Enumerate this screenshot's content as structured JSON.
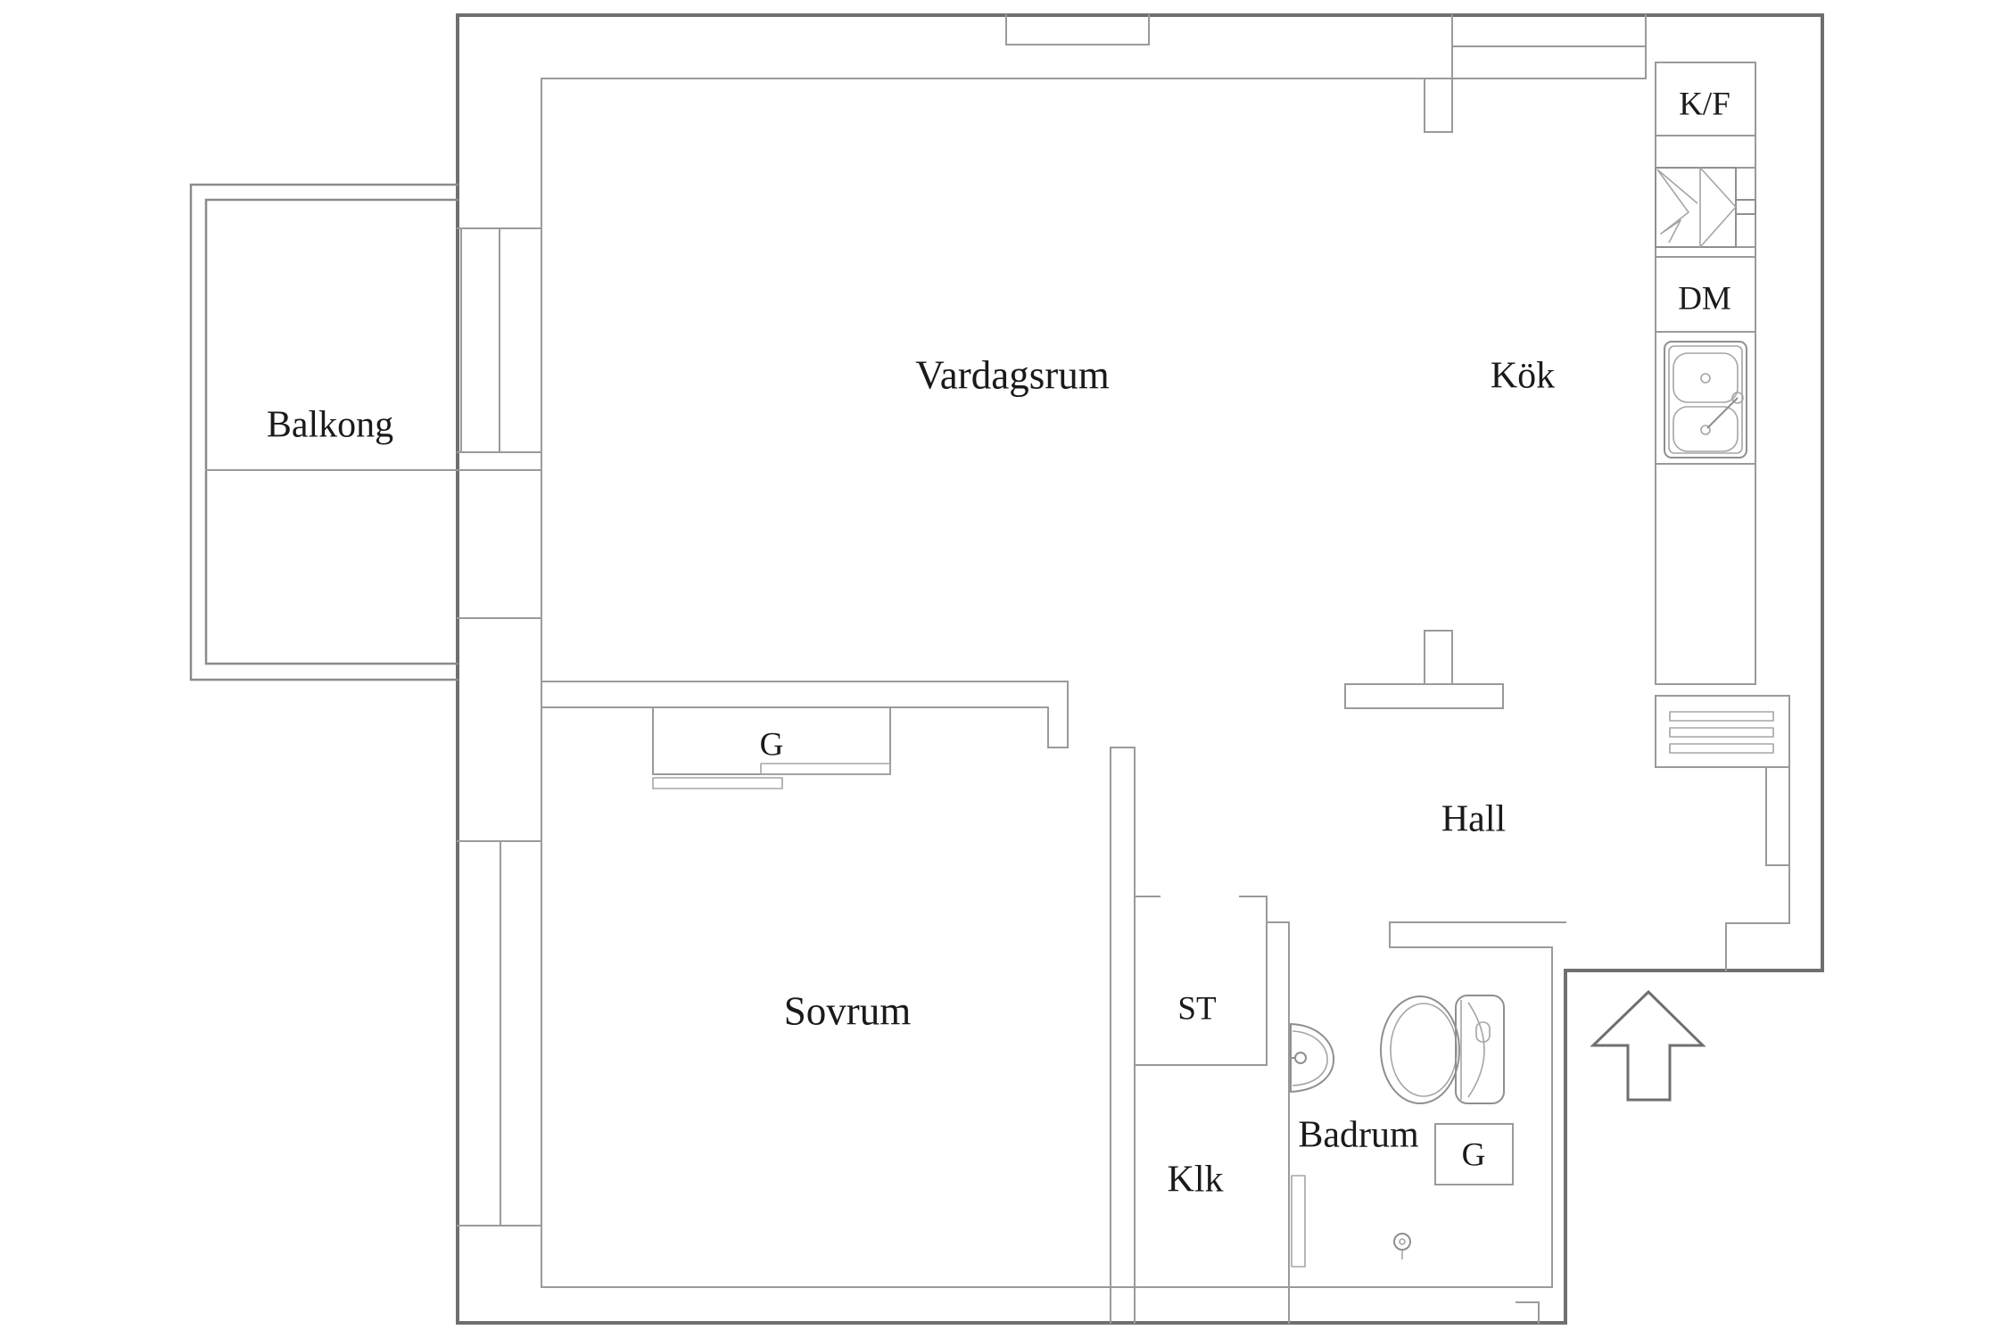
{
  "document": {
    "type": "apartment-floor-plan",
    "background": "#ffffff"
  },
  "colors": {
    "outer_wall": "#6f6f6f",
    "inner_wall": "#9a9a9a",
    "balcony_wall": "#8b8b8b",
    "fixture_line": "#8f8f8f",
    "text": "#1a1a1a"
  },
  "labels": {
    "balkong": "Balkong",
    "vardagsrum": "Vardagsrum",
    "kok": "Kök",
    "kf": "K/F",
    "dm": "DM",
    "hall": "Hall",
    "sovrum": "Sovrum",
    "g_sovrum": "G",
    "st": "ST",
    "klk": "Klk",
    "badrum": "Badrum",
    "g_badrum": "G"
  },
  "icons": [
    "stove-icon",
    "kitchen-sink-icon",
    "vent-grille-icon",
    "radiator-icon",
    "toilet-icon",
    "bathroom-sink-icon",
    "floor-drain-icon",
    "wardrobe-sliding-doors-icon",
    "entrance-arrow-icon",
    "window-icon",
    "balcony-door-icon",
    "duct-icon"
  ]
}
